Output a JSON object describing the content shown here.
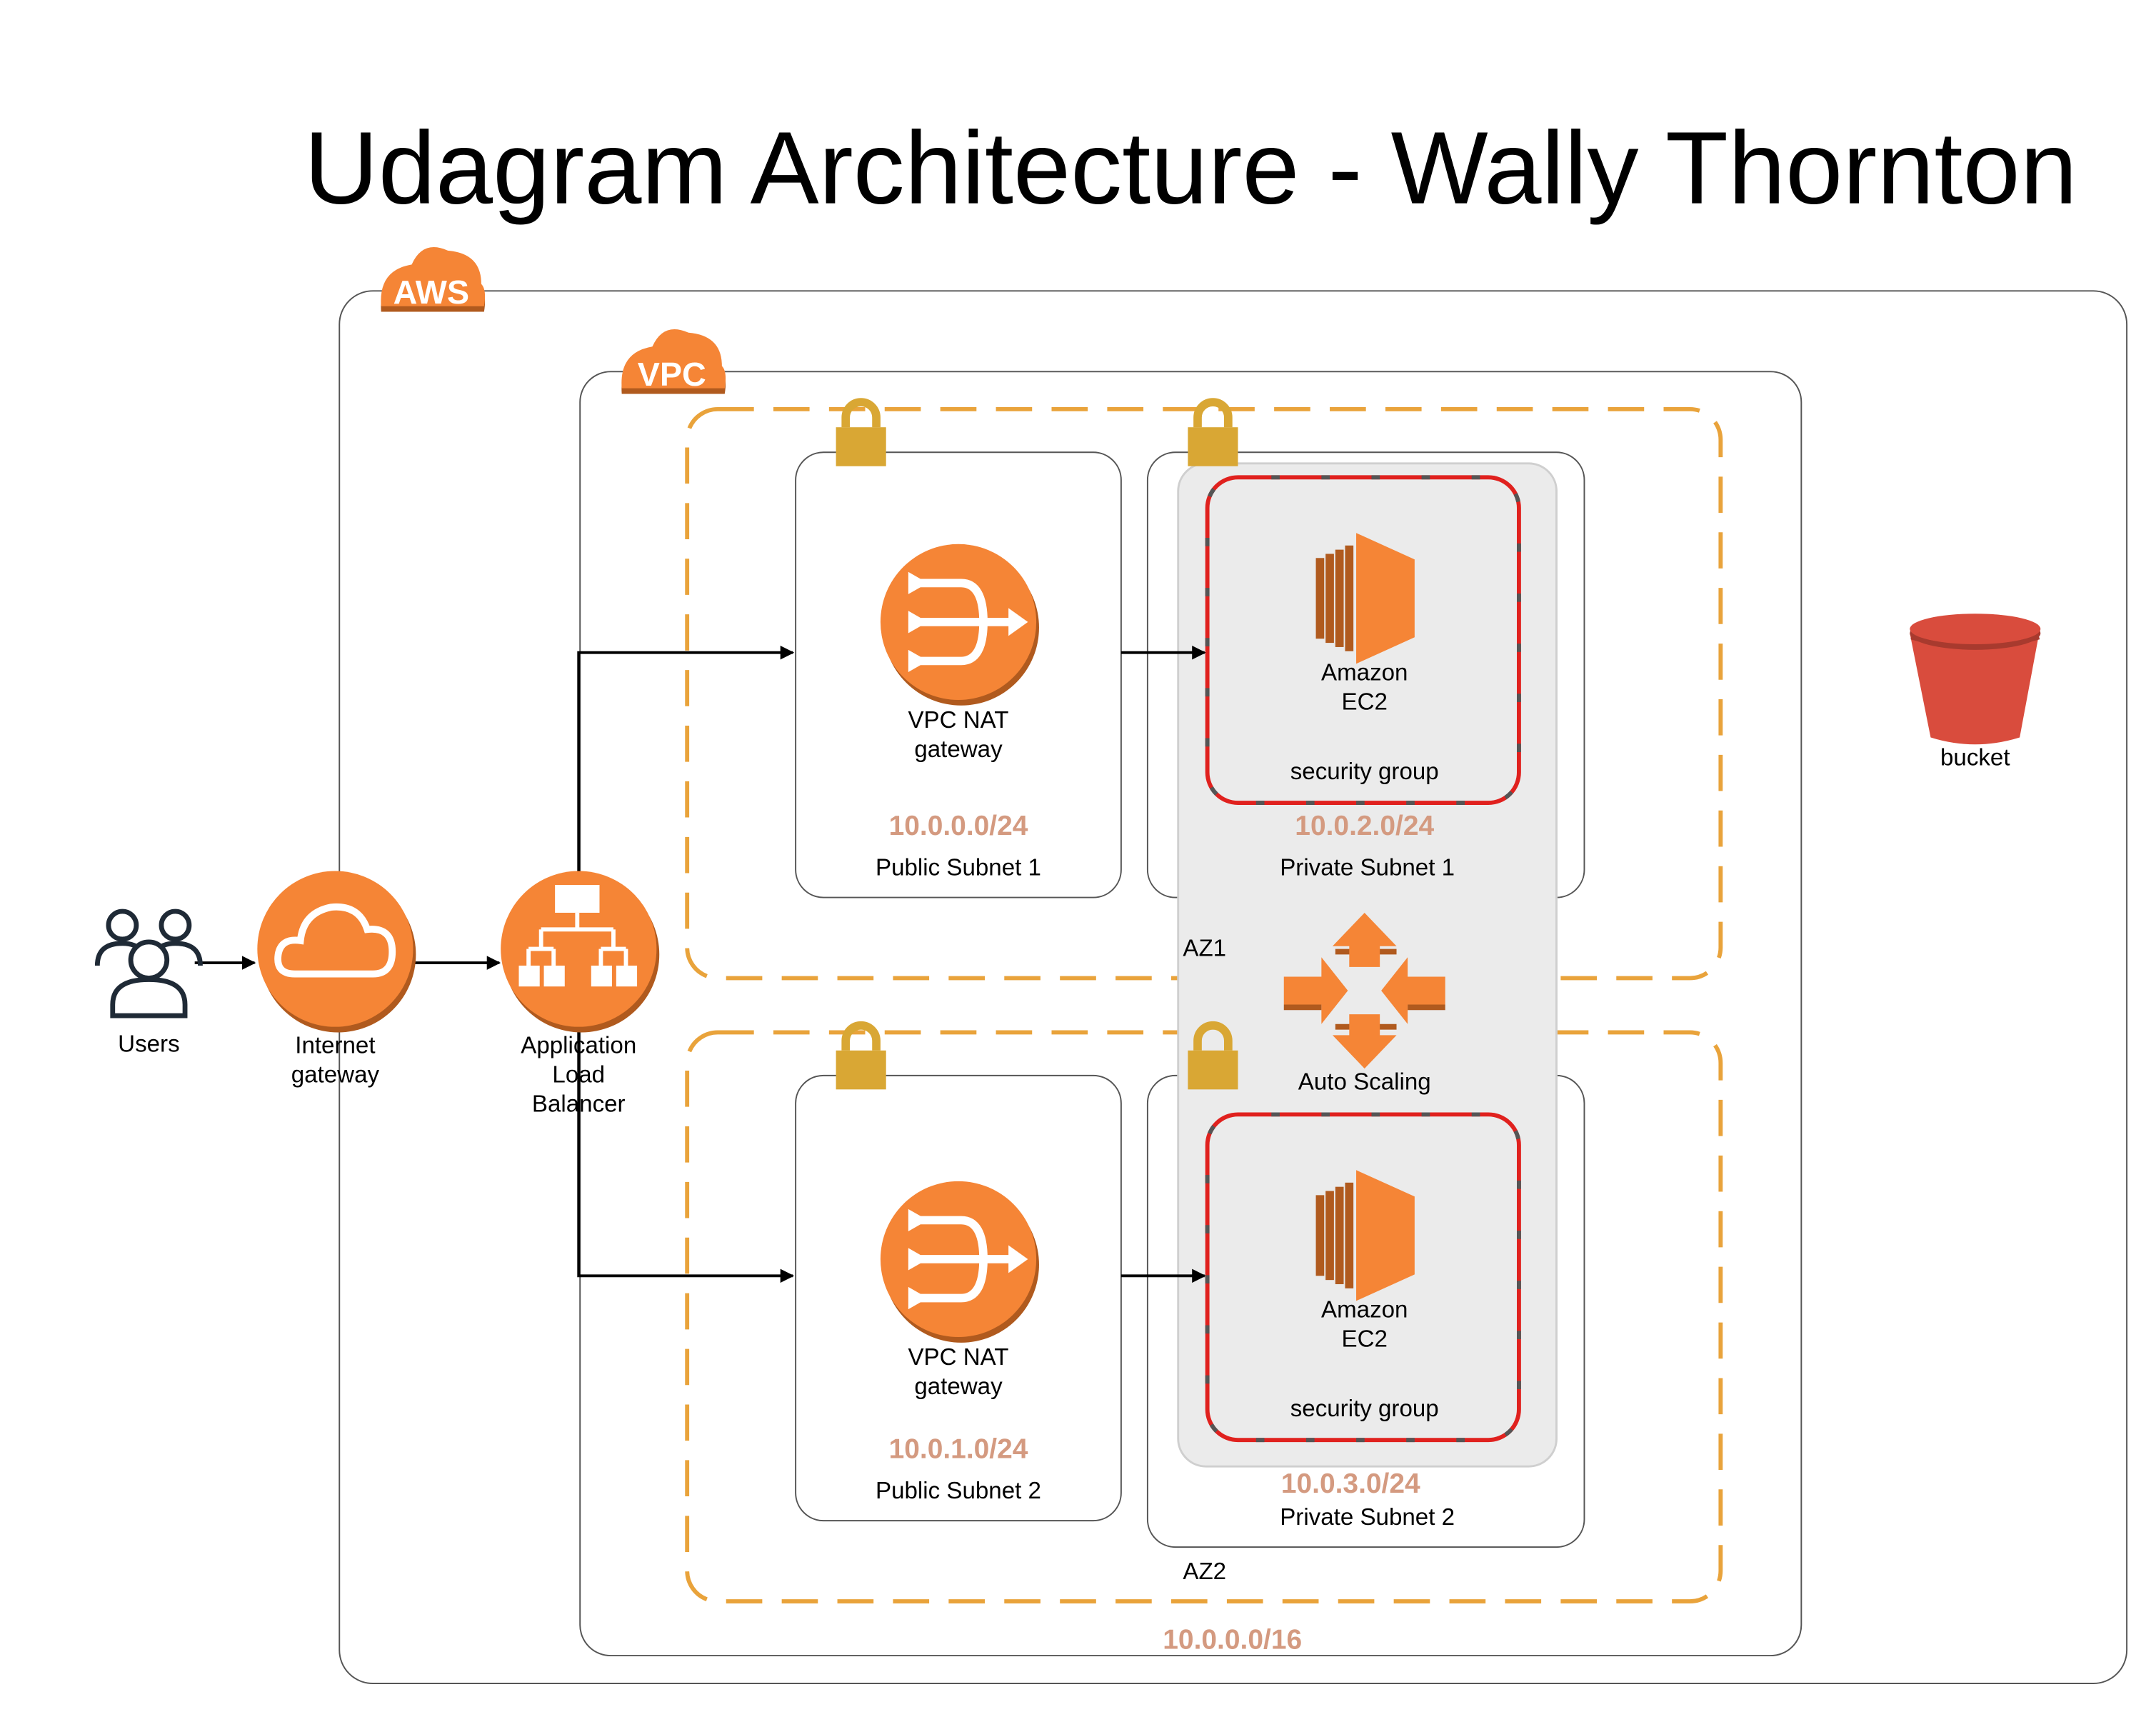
{
  "title": "Udagram Architecture - Wally Thornton",
  "colors": {
    "orange": "#F58536",
    "orange_dark": "#B05A1E",
    "az_dash": "#E9A33B",
    "lock": "#D9A734",
    "sg_red": "#E0211E",
    "cidr": "#D49A80",
    "bucket": "#D94C3D",
    "autoscaling_bg": "#EBEBEB"
  },
  "badges": {
    "aws": "AWS",
    "vpc": "VPC"
  },
  "users": {
    "label": "Users",
    "icon": "users-icon"
  },
  "internet_gateway": {
    "line1": "Internet",
    "line2": "gateway",
    "icon": "cloud-icon"
  },
  "load_balancer": {
    "line1": "Application",
    "line2": "Load",
    "line3": "Balancer",
    "icon": "load-balancer-icon"
  },
  "az1": {
    "label": "AZ1",
    "public_subnet": {
      "cidr": "10.0.0.0/24",
      "name": "Public Subnet 1",
      "nat_line1": "VPC NAT",
      "nat_line2": "gateway"
    },
    "private_subnet": {
      "cidr": "10.0.2.0/24",
      "name": "Private Subnet 1",
      "ec2_line1": "Amazon",
      "ec2_line2": "EC2",
      "security_group": "security group"
    }
  },
  "az2": {
    "label": "AZ2",
    "public_subnet": {
      "cidr": "10.0.1.0/24",
      "name": "Public Subnet 2",
      "nat_line1": "VPC NAT",
      "nat_line2": "gateway"
    },
    "private_subnet": {
      "cidr": "10.0.3.0/24",
      "name": "Private Subnet 2",
      "ec2_line1": "Amazon",
      "ec2_line2": "EC2",
      "security_group": "security group"
    }
  },
  "auto_scaling": {
    "label": "Auto Scaling",
    "icon": "auto-scaling-icon"
  },
  "bucket": {
    "label": "bucket",
    "icon": "s3-bucket-icon"
  },
  "vpc_cidr": "10.0.0.0/16"
}
